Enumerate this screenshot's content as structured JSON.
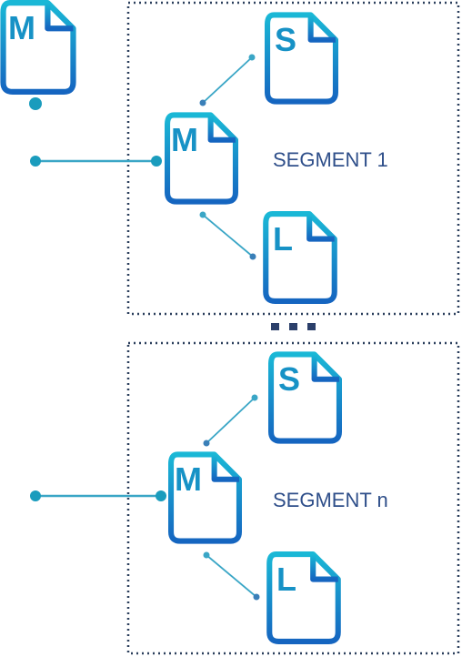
{
  "diagram": {
    "root_doc": {
      "letter": "M",
      "icon": "master-document-icon"
    },
    "segments": [
      {
        "label": "SEGMENT 1",
        "master": {
          "letter": "M",
          "icon": "master-document-icon"
        },
        "top_child": {
          "letter": "S",
          "icon": "s-document-icon"
        },
        "bottom_child": {
          "letter": "L",
          "icon": "l-document-icon"
        }
      },
      {
        "label": "SEGMENT n",
        "master": {
          "letter": "M",
          "icon": "master-document-icon"
        },
        "top_child": {
          "letter": "S",
          "icon": "s-document-icon"
        },
        "bottom_child": {
          "letter": "L",
          "icon": "l-document-icon"
        }
      }
    ],
    "colors": {
      "doc_gradient_top": "#1ab8d6",
      "doc_gradient_bottom": "#1565c0",
      "trunk": "#1f9bb8",
      "connector": "#3aa6c6",
      "box_border": "#2b3f5c",
      "label": "#2f4f8a",
      "ellipsis": "#2b3f6a"
    }
  }
}
